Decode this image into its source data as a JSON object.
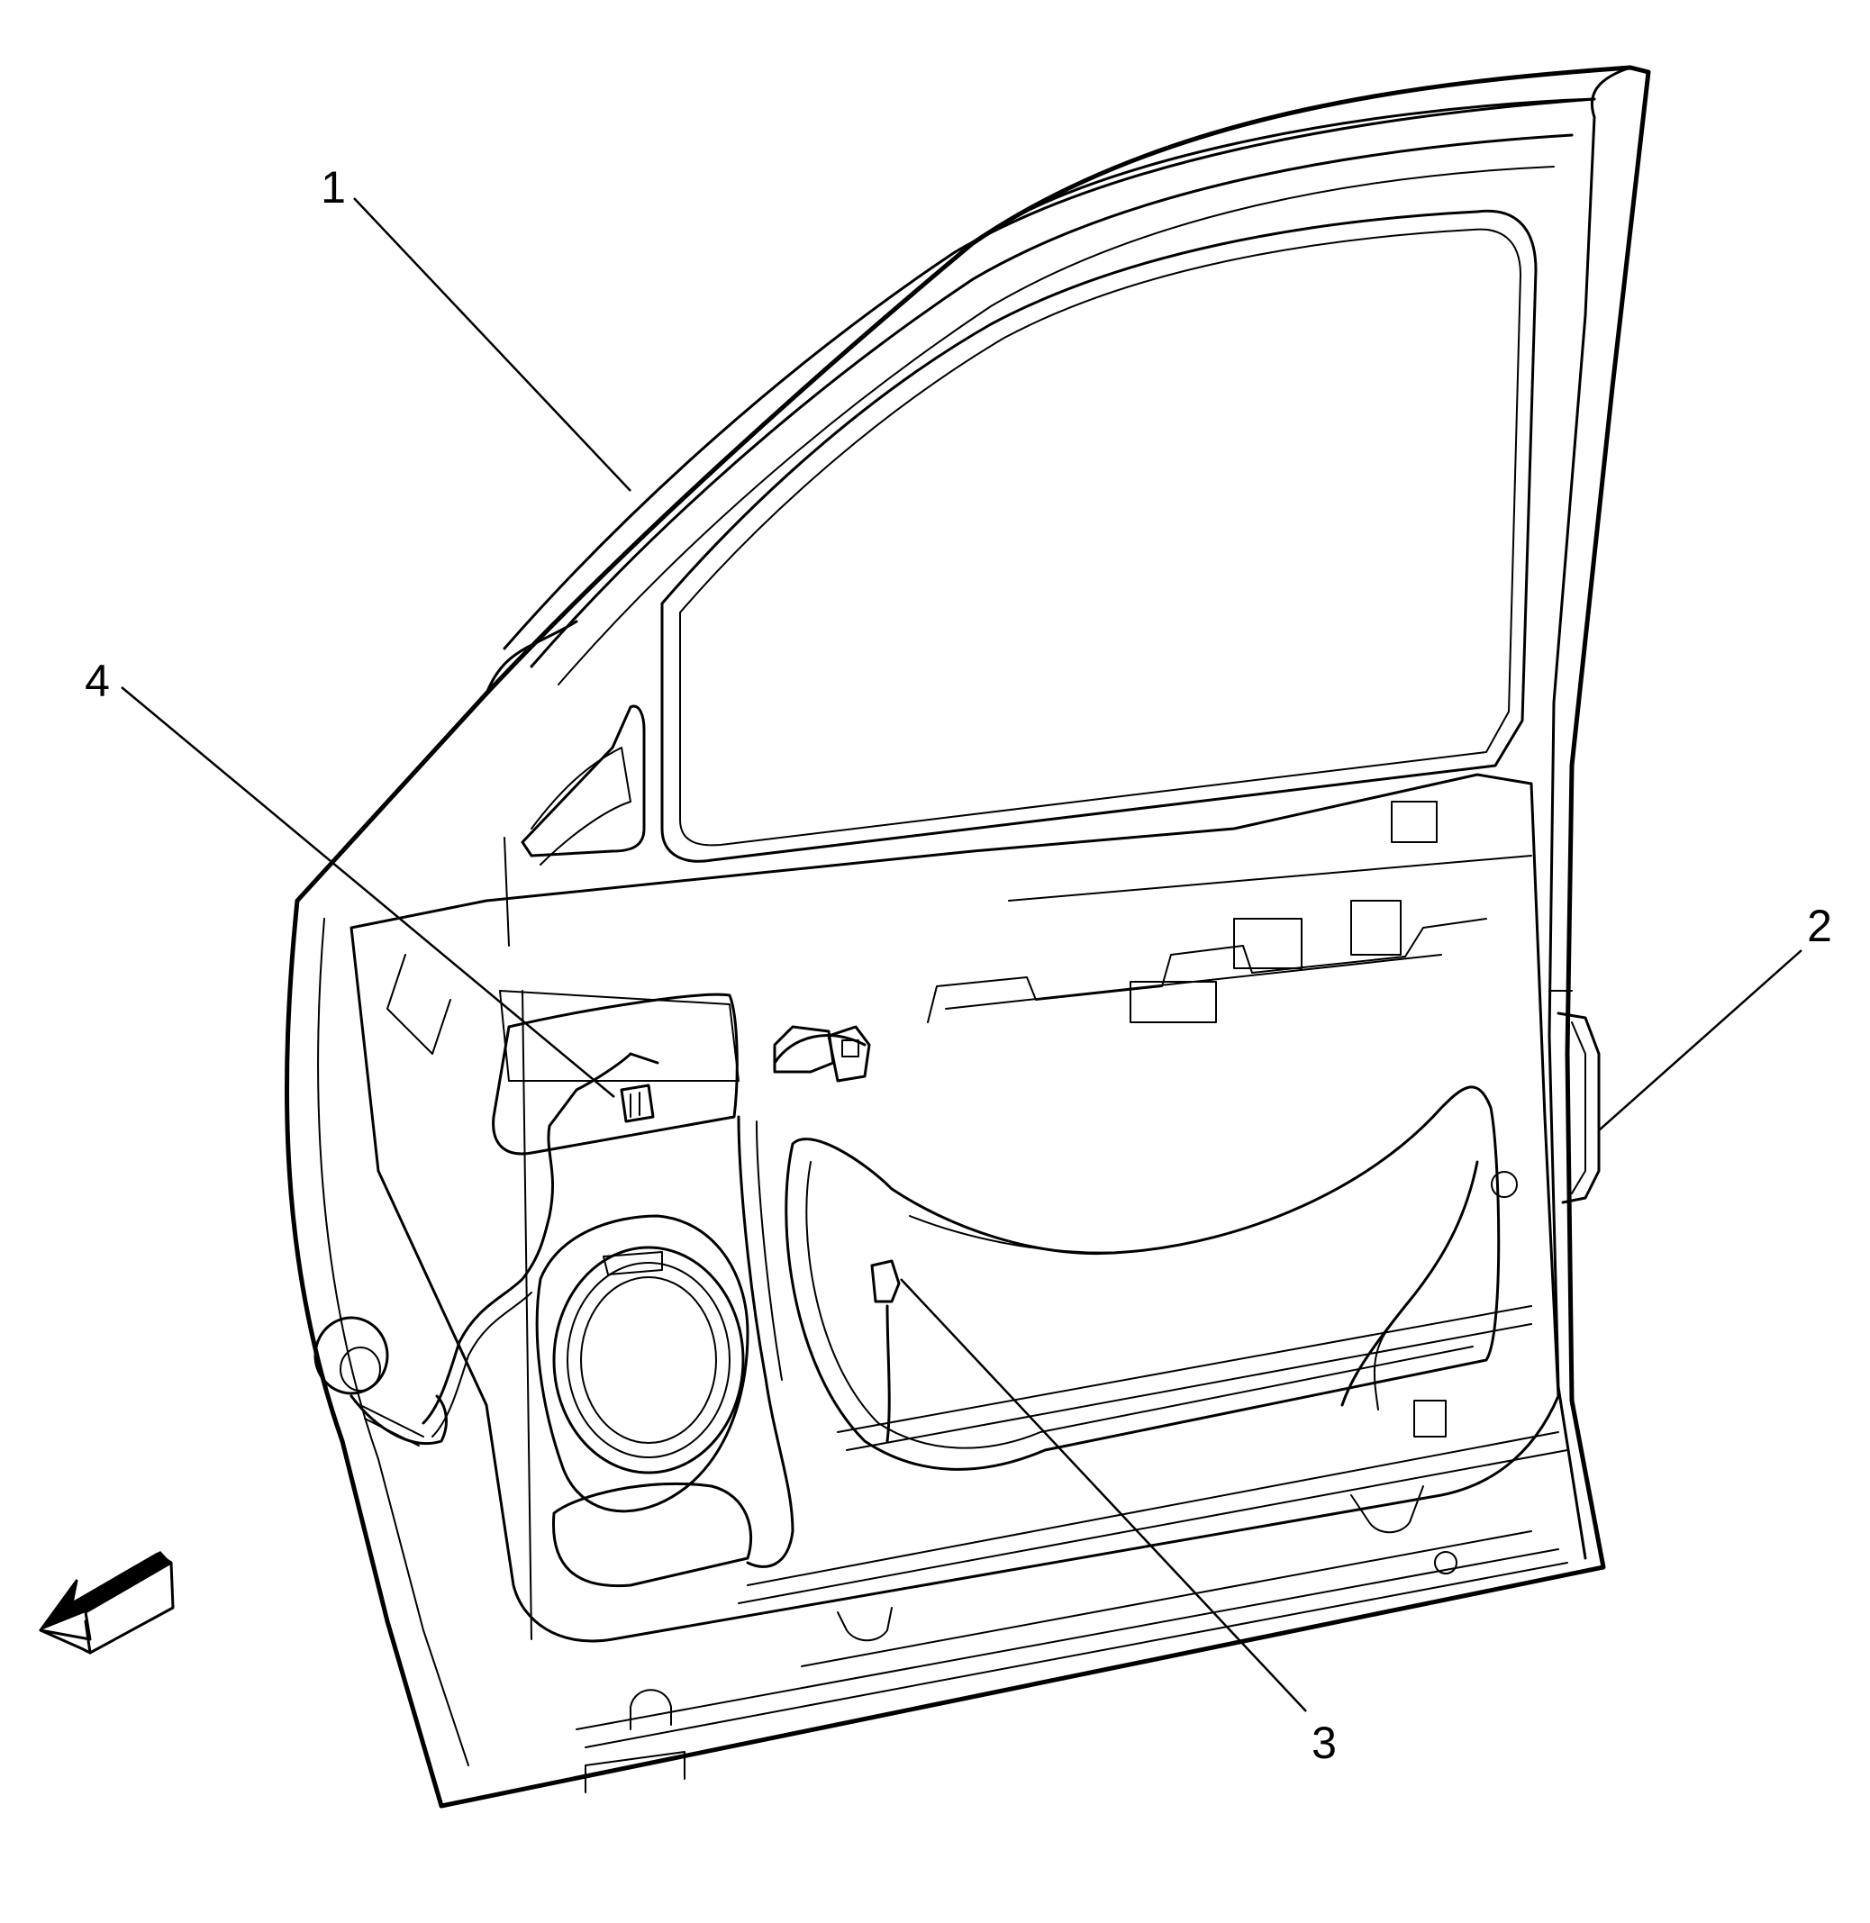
{
  "callouts": [
    {
      "id": "1",
      "label": "1"
    },
    {
      "id": "2",
      "label": "2"
    },
    {
      "id": "3",
      "label": "3"
    },
    {
      "id": "4",
      "label": "4"
    }
  ],
  "icons": {
    "direction_arrow": "forward-arrow-icon"
  },
  "colors": {
    "line": "#000000",
    "background": "#ffffff"
  }
}
